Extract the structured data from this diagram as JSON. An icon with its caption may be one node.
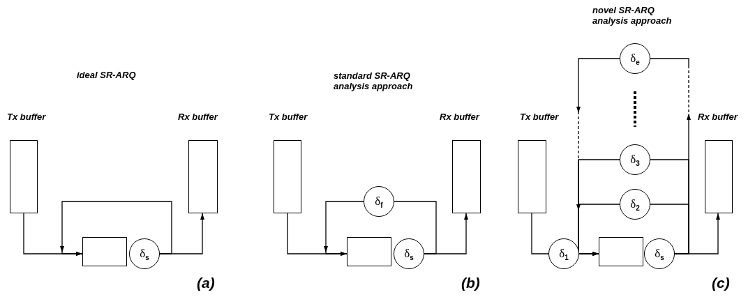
{
  "diagram": {
    "nodes": [
      {
        "text": [
          "Tx buffer"
        ]
      },
      {
        "text": [
          "Rx buffer"
        ]
      },
      {
        "text": [],
        "shape": "box"
      },
      {
        "text": [
          "δ$_{s}$"
        ]
      },
      {
        "text": [
          "Tx buffer"
        ]
      },
      {
        "text": [
          "Rx buffer"
        ]
      },
      {
        "text": [
          "δ$_{f}$"
        ]
      },
      {
        "text": [],
        "shape": "box"
      },
      {
        "text": [
          "δ$_{s}$"
        ]
      },
      {
        "text": [
          "δ$_{e}$"
        ]
      },
      {
        "text": [
          "Tx buffer"
        ]
      },
      {
        "text": [
          "Rx buffer"
        ]
      },
      {
        "text": [
          "δ$_{3}$"
        ]
      },
      {
        "text": [
          "δ$_{2}$"
        ]
      },
      {
        "text": [
          "δ$_{1}$"
        ]
      },
      {
        "text": [],
        "shape": "box"
      },
      {
        "text": [
          "δ$_{s}$"
        ]
      }
    ],
    "edges": [
      {
        "from": 0,
        "to": 2,
        "arrow": "to"
      },
      {
        "from": 3,
        "to": 2,
        "arrow": "to"
      },
      {
        "from": 3,
        "to": 1,
        "arrow": "to"
      },
      {
        "from": 4,
        "to": 7,
        "arrow": "to"
      },
      {
        "from": 8,
        "to": 6,
        "arrow": "none"
      },
      {
        "from": 6,
        "to": 7,
        "arrow": "to"
      },
      {
        "from": 8,
        "to": 5,
        "arrow": "to"
      },
      {
        "from": 10,
        "to": 14,
        "arrow": "none"
      },
      {
        "from": 14,
        "to": 15,
        "arrow": "to"
      },
      {
        "from": 16,
        "to": 11,
        "arrow": "to"
      },
      {
        "from": 16,
        "to": 13,
        "arrow": "none"
      },
      {
        "from": 16,
        "to": 12,
        "arrow": "none"
      },
      {
        "from": 16,
        "to": 9,
        "arrow": "to",
        "style": "dashed"
      },
      {
        "from": 9,
        "to": 15,
        "arrow": "to",
        "style": "dashed"
      },
      {
        "from": 12,
        "to": 15,
        "arrow": "to"
      },
      {
        "from": 13,
        "to": 15,
        "arrow": "to"
      }
    ],
    "labels": [
      "ideal SR-ARQ",
      "standard SR-ARQ analysis approach",
      "novel SR-ARQ analysis approach",
      "(a)",
      "(b)",
      "(c)"
    ]
  }
}
